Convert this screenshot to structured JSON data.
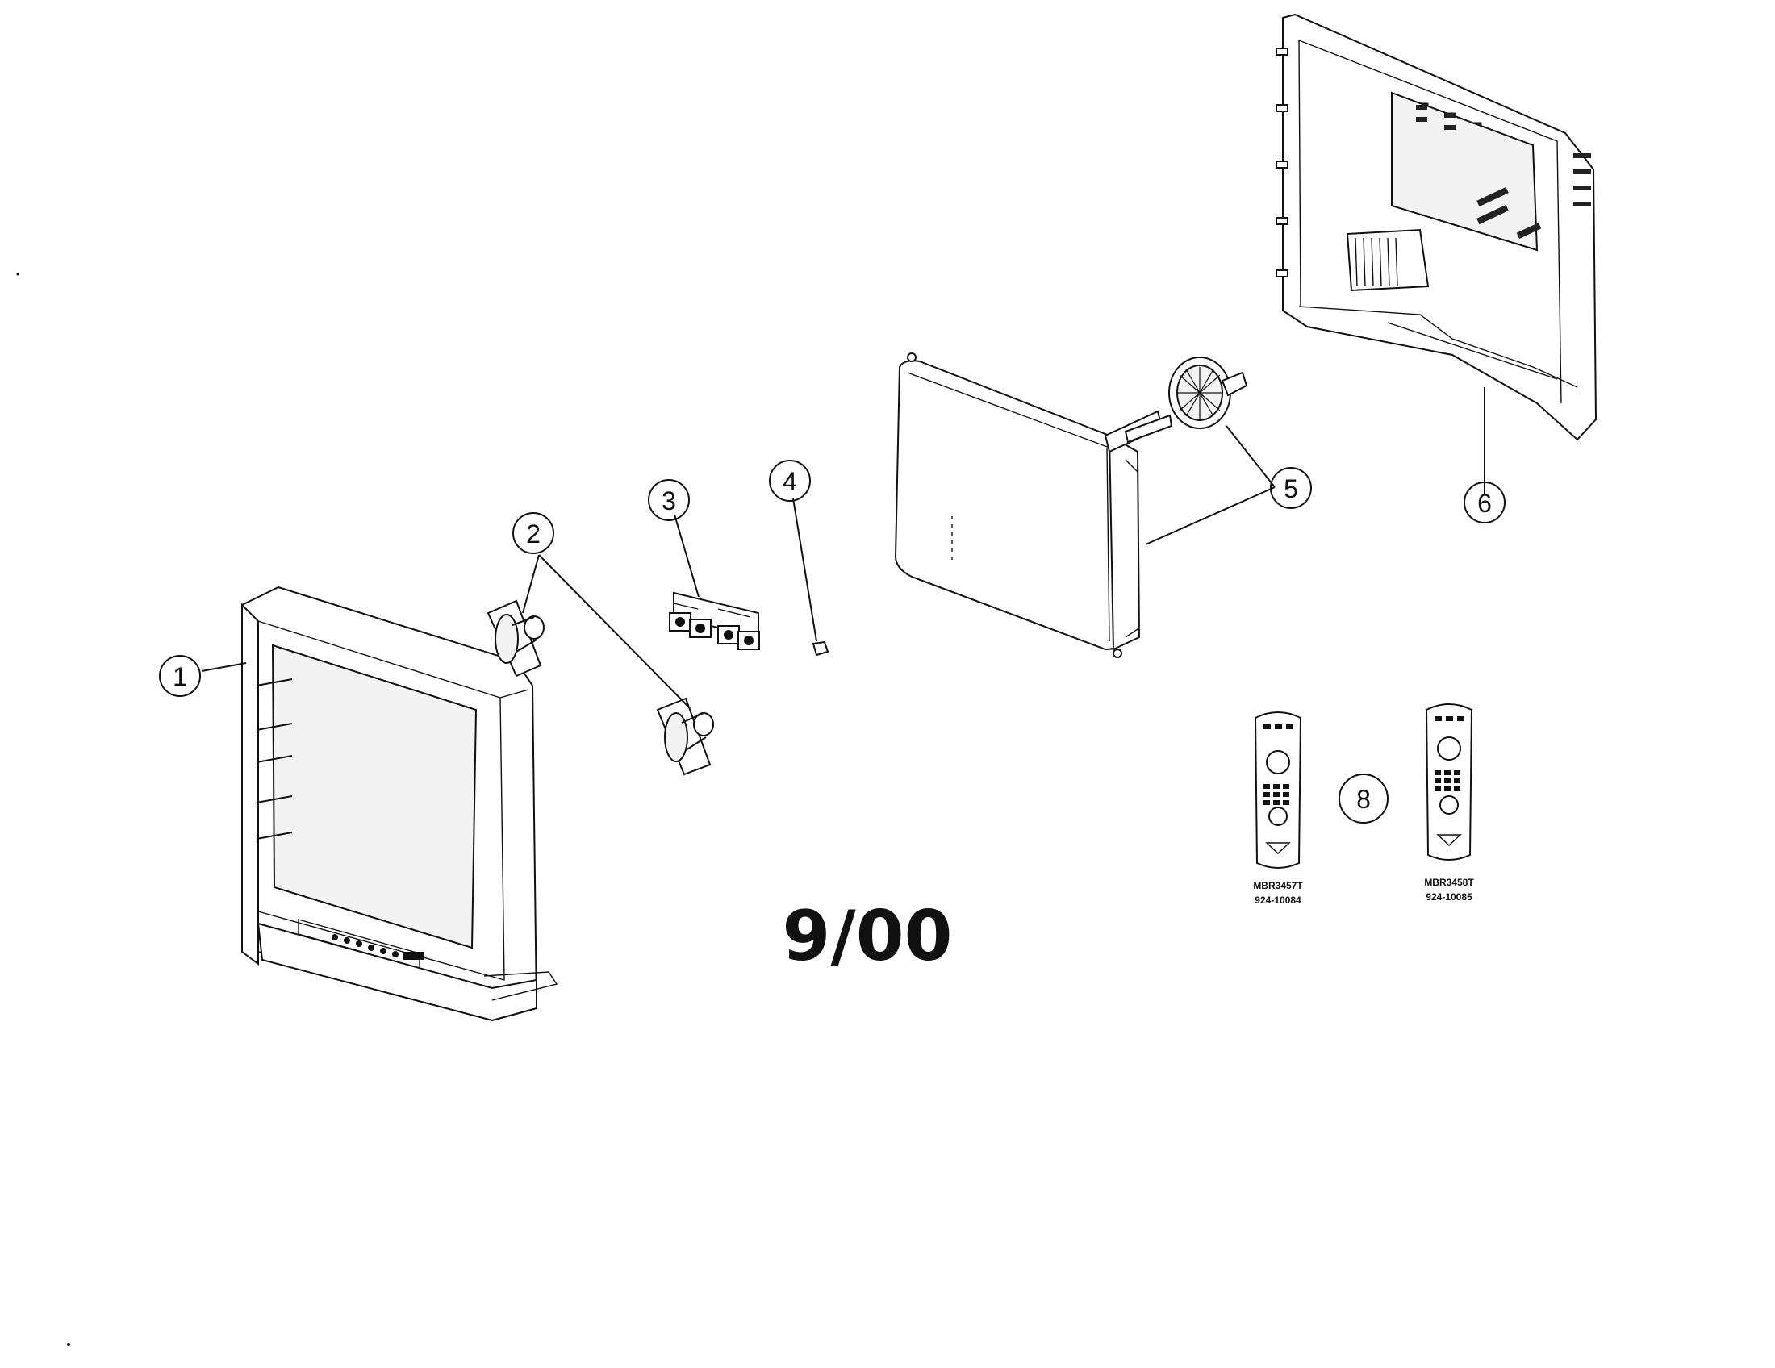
{
  "diagram": {
    "date_label": "9/00",
    "callouts": [
      {
        "id": "1",
        "label": "1"
      },
      {
        "id": "2",
        "label": "2"
      },
      {
        "id": "3",
        "label": "3"
      },
      {
        "id": "4",
        "label": "4"
      },
      {
        "id": "5",
        "label": "5"
      },
      {
        "id": "6",
        "label": "6"
      },
      {
        "id": "8",
        "label": "8"
      }
    ],
    "remotes": [
      {
        "model": "MBR3457T",
        "part": "924-10084"
      },
      {
        "model": "MBR3458T",
        "part": "924-10085"
      }
    ]
  }
}
